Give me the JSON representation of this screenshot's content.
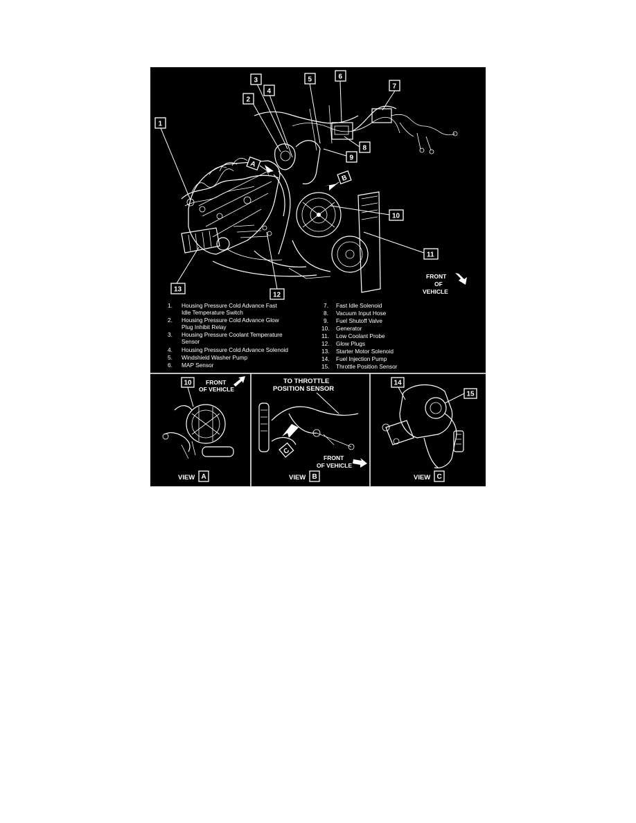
{
  "figure": {
    "callouts": [
      "1",
      "2",
      "3",
      "4",
      "5",
      "6",
      "7",
      "8",
      "9",
      "10",
      "11",
      "12",
      "13"
    ],
    "view_markers": [
      "A",
      "B"
    ],
    "front_label": [
      "FRONT",
      "OF",
      "VEHICLE"
    ],
    "legend": [
      {
        "num": "1.",
        "lines": [
          "Housing Pressure Cold Advance Fast",
          "Idle Temperature Switch"
        ]
      },
      {
        "num": "2.",
        "lines": [
          "Housing Pressure Cold Advance Glow",
          "Plug Inhibit Relay"
        ]
      },
      {
        "num": "3.",
        "lines": [
          "Housing Pressure Coolant Temperature",
          "Sensor"
        ]
      },
      {
        "num": "4.",
        "lines": [
          "Housing Pressure Cold Advance Solenoid"
        ]
      },
      {
        "num": "5.",
        "lines": [
          "Windshield Washer Pump"
        ]
      },
      {
        "num": "6.",
        "lines": [
          "MAP Sensor"
        ]
      },
      {
        "num": "7.",
        "lines": [
          "Fast Idle Solenoid"
        ]
      },
      {
        "num": "8.",
        "lines": [
          "Vacuum Input Hose"
        ]
      },
      {
        "num": "9.",
        "lines": [
          "Fuel Shutoff Valve"
        ]
      },
      {
        "num": "10.",
        "lines": [
          "Generator"
        ]
      },
      {
        "num": "11.",
        "lines": [
          "Low Coolant Probe"
        ]
      },
      {
        "num": "12.",
        "lines": [
          "Glow Plugs"
        ]
      },
      {
        "num": "13.",
        "lines": [
          "Starter Motor Solenoid"
        ]
      },
      {
        "num": "14.",
        "lines": [
          "Fuel Injection Pump"
        ]
      },
      {
        "num": "15.",
        "lines": [
          "Throttle Position Sensor"
        ]
      }
    ]
  },
  "views": {
    "a": {
      "callout": "10",
      "front_lines": [
        "FRONT",
        "OF VEHICLE"
      ],
      "label": "VIEW",
      "letter": "A"
    },
    "b": {
      "title_lines": [
        "TO THROTTLE",
        "POSITION SENSOR"
      ],
      "marker": "C",
      "front_lines": [
        "FRONT",
        "OF VEHICLE"
      ],
      "label": "VIEW",
      "letter": "B"
    },
    "c": {
      "callouts": [
        "14",
        "15"
      ],
      "label": "VIEW",
      "letter": "C"
    }
  },
  "colors": {
    "background": "#000000",
    "foreground": "#ffffff",
    "page": "#ffffff"
  }
}
